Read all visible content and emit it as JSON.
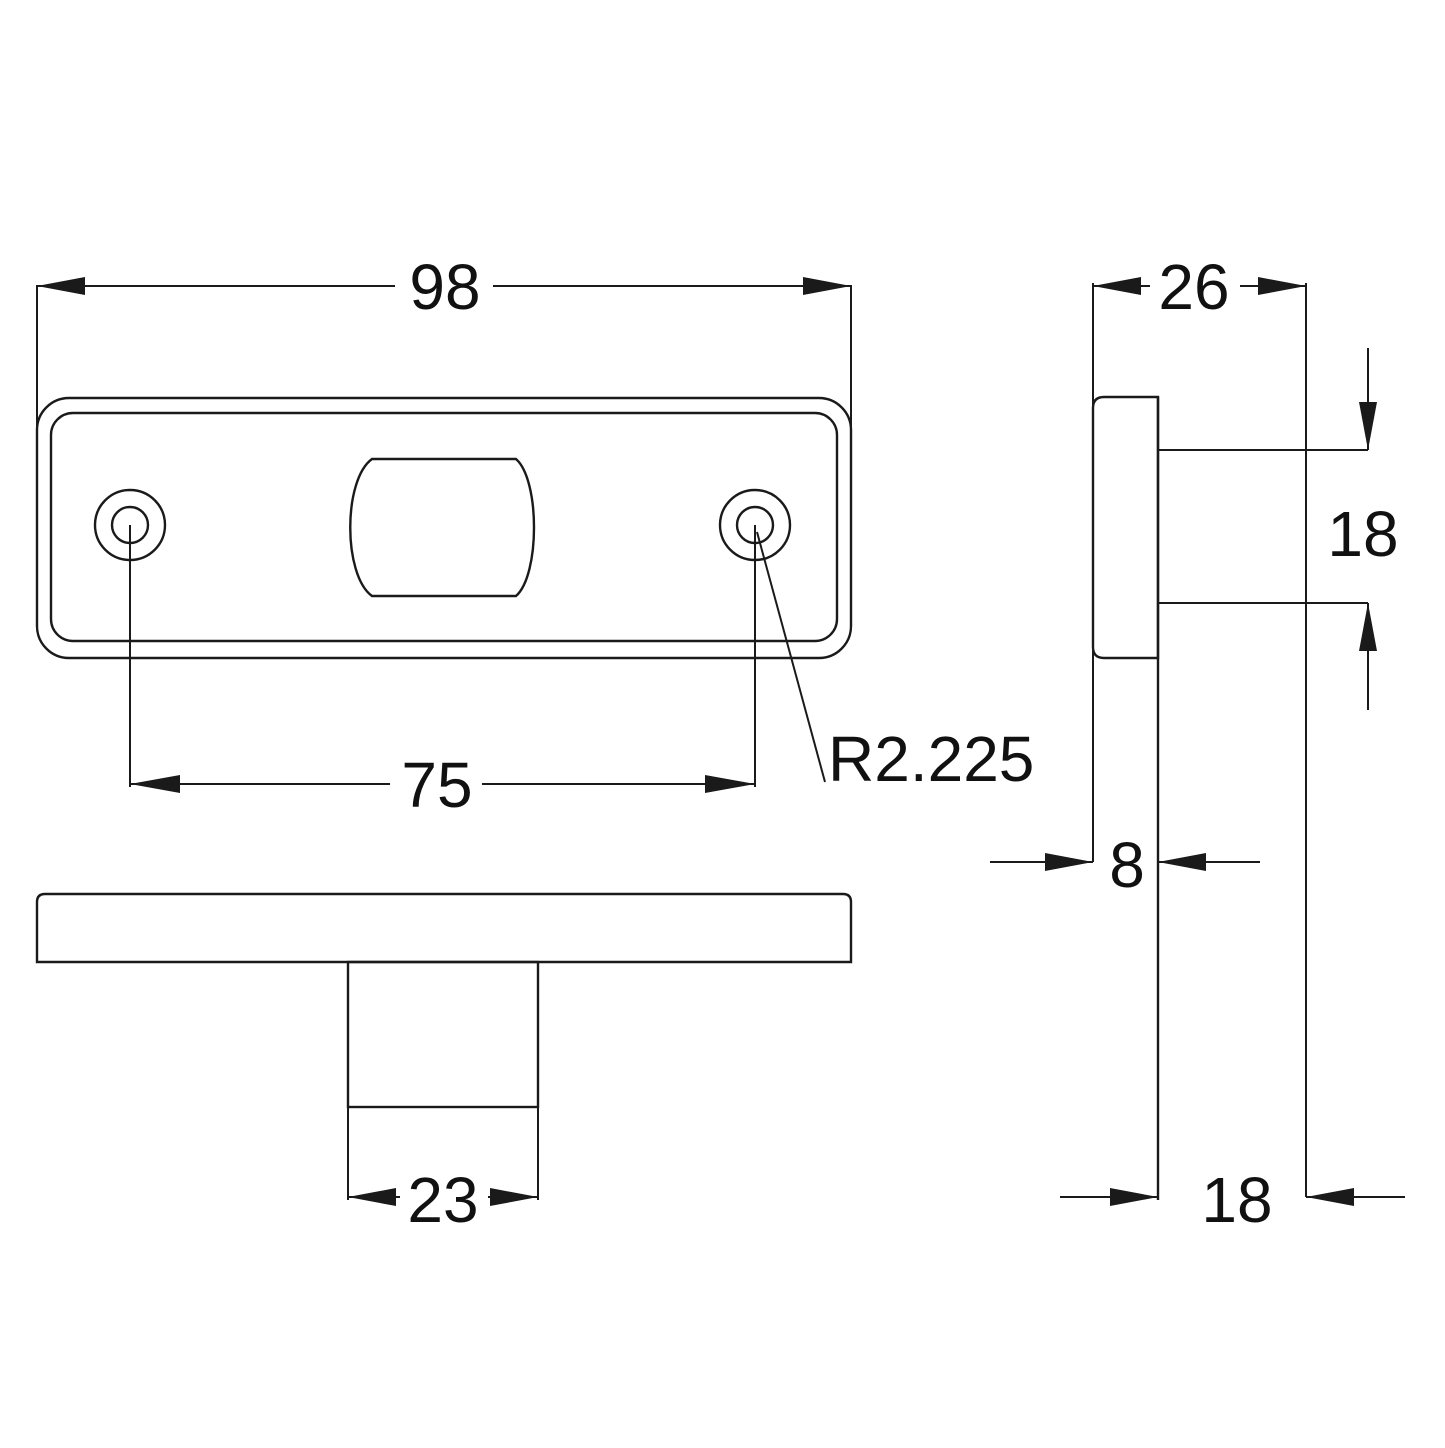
{
  "drawing": {
    "colors": {
      "line": "#1a1a1a",
      "background": "#ffffff"
    },
    "dimensions": {
      "overall_length": "98",
      "overall_depth": "26",
      "lens_height": "18",
      "hole_spacing": "75",
      "hole_radius": "R2.225",
      "plate_thickness": "8",
      "stem_width": "23",
      "stem_depth": "18"
    }
  }
}
